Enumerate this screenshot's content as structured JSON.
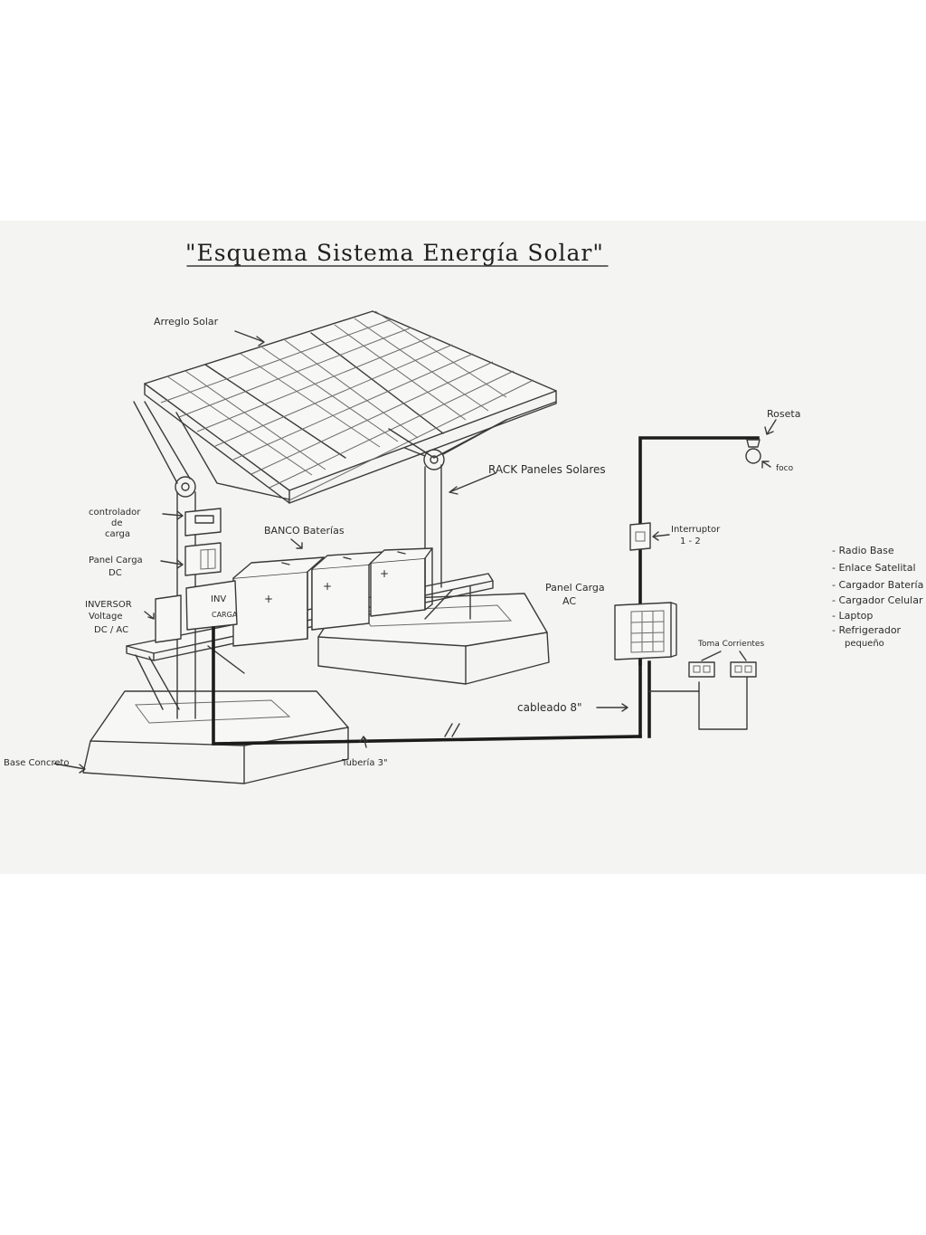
{
  "title": "\"Esquema Sistema Energía Solar\"",
  "labels": {
    "arreglo_solar": "Arreglo Solar",
    "rack": "RACK Paneles Solares",
    "controlador": [
      "controlador",
      "de",
      "carga"
    ],
    "panel_dc": [
      "Panel Carga",
      "DC"
    ],
    "inversor": [
      "INVERSOR",
      "Voltage",
      "DC / AC"
    ],
    "banco": "BANCO Baterías",
    "inv_box": [
      "INV",
      "CARGA"
    ],
    "roseta": "Roseta",
    "foco": "foco",
    "interruptor": [
      "Interruptor",
      "1 - 2"
    ],
    "panel_ac": [
      "Panel Carga",
      "AC"
    ],
    "toma": "Toma Corrientes",
    "cableado": "cableado 8\"",
    "tuberia": "Tubería 3\"",
    "base": "Base Concreto"
  },
  "loads": [
    "- Radio Base",
    "- Enlace Satelital",
    "- Cargador Batería",
    "- Cargador Celular",
    "- Laptop",
    "- Refrigerador",
    "pequeño"
  ]
}
